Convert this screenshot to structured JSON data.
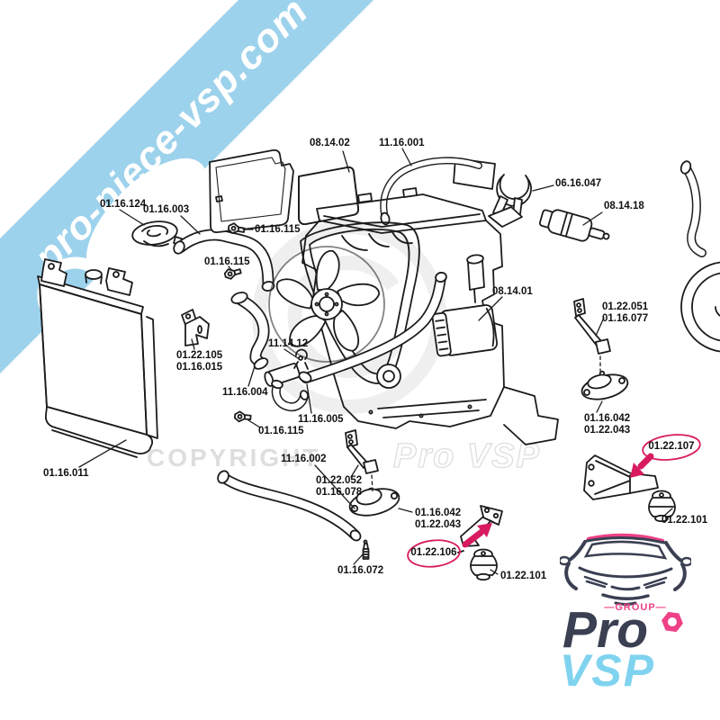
{
  "banner": {
    "text": "pro-piece-vsp.com"
  },
  "watermarks": {
    "copyright": "COPYRIGHT",
    "brand": "Pro VSP"
  },
  "colors": {
    "banner_blue": "#9dd2ec",
    "highlight_pink": "#d81b60",
    "logo_navy": "#3a3f52",
    "logo_cyan": "#7fd3ef",
    "logo_pink": "#ee4187",
    "watermark_gray": "#dedede",
    "watermark_light": "#efefef",
    "ink": "#1c1c1c"
  },
  "diagram": {
    "labels": [
      {
        "text": "01.16.124"
      },
      {
        "text": "01.16.003"
      },
      {
        "text": "08.14.02"
      },
      {
        "text": "11.16.001"
      },
      {
        "text": "06.16.047"
      },
      {
        "text": "08.14.18"
      },
      {
        "text": "01.16.115"
      },
      {
        "text": "01.16.115"
      },
      {
        "text": "01.22.105"
      },
      {
        "text": "01.16.015"
      },
      {
        "text": "11.14.12"
      },
      {
        "text": "11.16.004"
      },
      {
        "text": "08.14.01"
      },
      {
        "text": "01.22.051"
      },
      {
        "text": "01.16.077"
      },
      {
        "text": "11.16.005"
      },
      {
        "text": "01.16.115"
      },
      {
        "text": "01.16.042"
      },
      {
        "text": "01.22.043"
      },
      {
        "text": "01.16.011"
      },
      {
        "text": "11.16.002"
      },
      {
        "text": "01.22.052"
      },
      {
        "text": "01.16.078"
      },
      {
        "text": "01.16.042"
      },
      {
        "text": "01.22.043"
      },
      {
        "text": "01.16.072"
      },
      {
        "text": "01.22.101"
      },
      {
        "text": "01.22.101"
      }
    ],
    "highlighted_labels": [
      {
        "text": "01.22.106"
      },
      {
        "text": "01.22.107"
      }
    ]
  },
  "logo": {
    "group": "—GROUP—",
    "pro": "Pro",
    "vsp": "VSP"
  }
}
